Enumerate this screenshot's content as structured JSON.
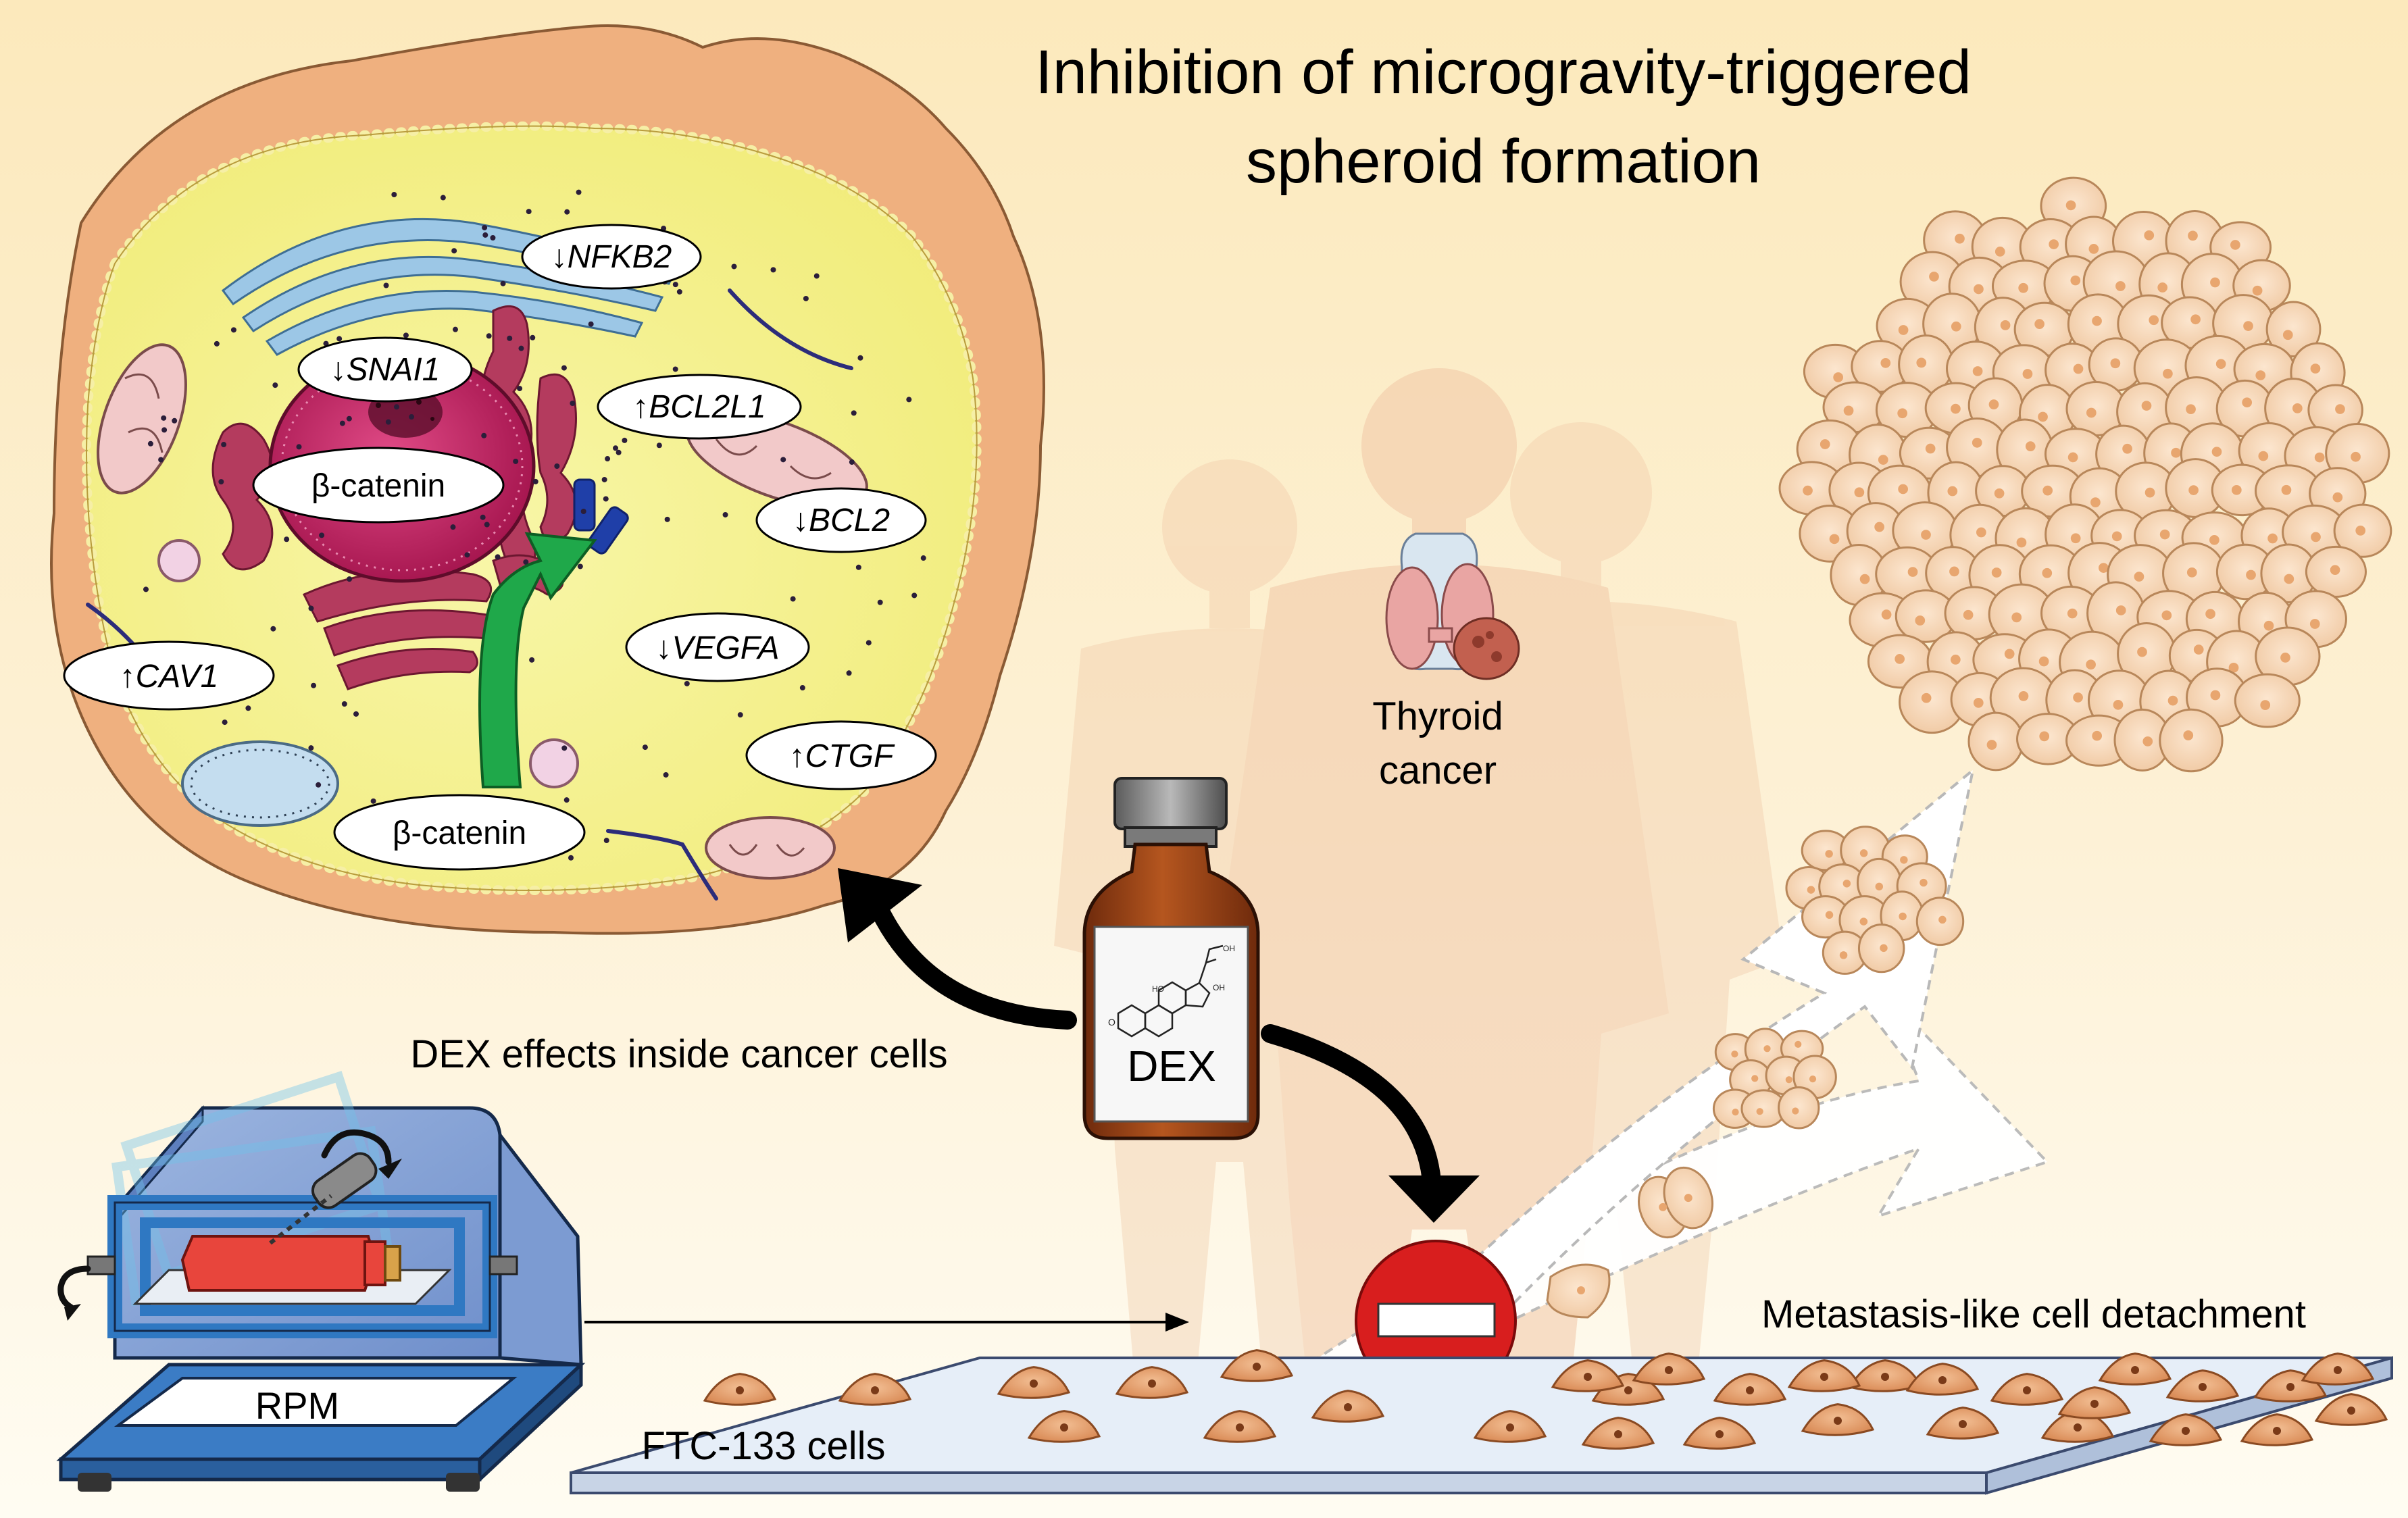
{
  "title": {
    "line1": "Inhibition of microgravity-triggered",
    "line2": "spheroid formation"
  },
  "gene_labels": {
    "nfkb2": "↓NFKB2",
    "snai1": "↓SNAI1",
    "bcl2l1": "↑BCL2L1",
    "bcl2": "↓BCL2",
    "catenin_nucleus": "β-catenin",
    "vegfa": "↓VEGFA",
    "cav1": "↑CAV1",
    "ctgf": "↑CTGF",
    "catenin_cytoplasm": "β-catenin"
  },
  "labels": {
    "thyroid_line1": "Thyroid",
    "thyroid_line2": "cancer",
    "dex_effects": "DEX effects inside cancer cells",
    "dex_bottle": "DEX",
    "rpm": "RPM",
    "ftc": "FTC-133 cells",
    "metastasis": "Metastasis-like cell detachment"
  },
  "colors": {
    "background_top": "#FCEBC0",
    "background_bottom": "#FFFBEF",
    "cytoplasm": "#F4F08A",
    "cell_membrane": "#E7A775",
    "nucleus": "#C2185B",
    "arrow_green": "#1FA84A",
    "stop_red": "#D81E1E",
    "rpm_blue": "#2F78C2",
    "flask_red": "#E8453C",
    "cancer_cell": "#E9A878",
    "bottle_amber": "#8E3A14"
  }
}
